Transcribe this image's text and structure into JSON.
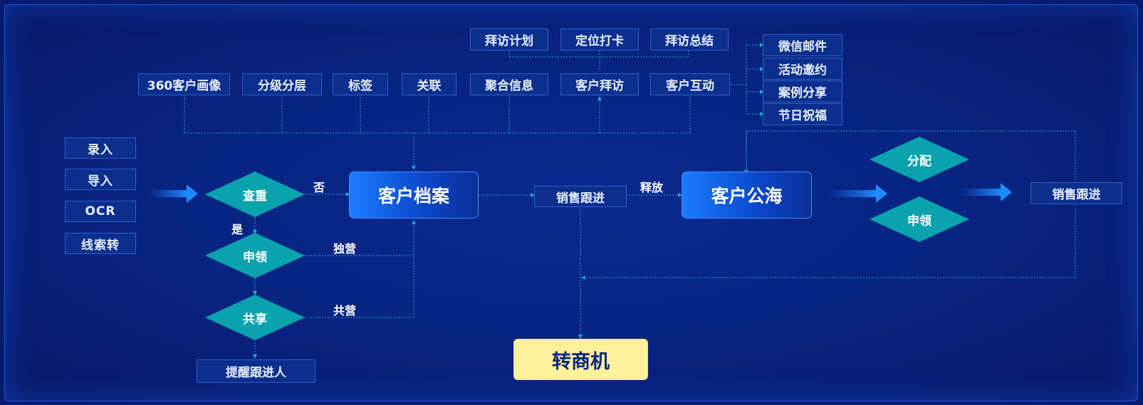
{
  "inputs": [
    "录入",
    "导入",
    "OCR",
    "线索转"
  ],
  "decisions": {
    "dedupe": "查重",
    "claim": "申领",
    "share": "共享",
    "assign": "分配",
    "claim_pool": "申领"
  },
  "edge_labels": {
    "no": "否",
    "yes": "是",
    "exclusive": "独营",
    "shared": "共营",
    "release": "释放"
  },
  "remind": "提醒跟进人",
  "customer_file": "客户档案",
  "sales_follow": "销售跟进",
  "customer_pool": "客户公海",
  "sales_follow_right": "销售跟进",
  "opportunity": "转商机",
  "features": [
    "360客户画像",
    "分级分层",
    "标签",
    "关联",
    "聚合信息",
    "客户拜访",
    "客户互动"
  ],
  "visit_items": [
    "拜访计划",
    "定位打卡",
    "拜访总结"
  ],
  "interaction_items": [
    "微信邮件",
    "活动邀约",
    "案例分享",
    "节日祝福"
  ],
  "colors": {
    "background": "#061a6e",
    "node_fill": "#0c2f8e",
    "node_border": "#2f5fc8",
    "diamond": "#0aa3ad",
    "main_blue": "#1a7cff",
    "opportunity": "#fff19a",
    "connector": "#1fa8c8"
  }
}
